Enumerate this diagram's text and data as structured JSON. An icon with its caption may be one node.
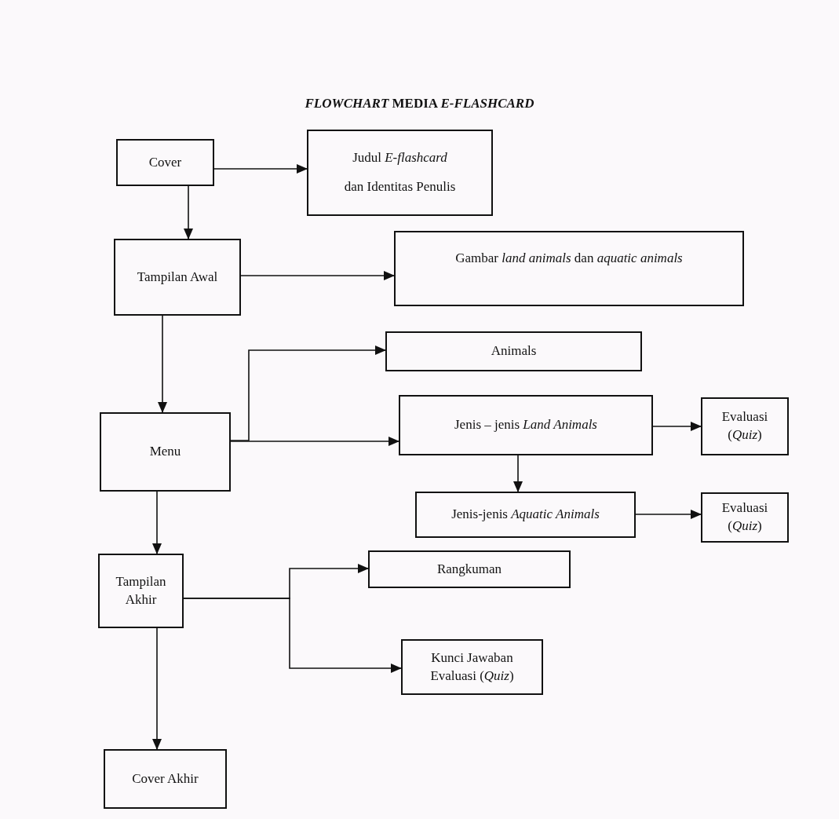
{
  "diagram": {
    "title": "*FLOWCHART* MEDIA *E-FLASHCARD*",
    "nodes": [
      {
        "text": [
          "Cover"
        ]
      },
      {
        "text": [
          "Judul *E-flashcard*",
          "dan Identitas Penulis"
        ]
      },
      {
        "text": [
          "Tampilan Awal"
        ]
      },
      {
        "text": [
          "Gambar *land animals* dan *aquatic animals*"
        ]
      },
      {
        "text": [
          "Menu"
        ]
      },
      {
        "text": [
          "Animals"
        ]
      },
      {
        "text": [
          "Jenis – jenis *Land Animals*"
        ]
      },
      {
        "text": [
          "Evaluasi (*Quiz*)"
        ]
      },
      {
        "text": [
          "Jenis-jenis *Aquatic Animals*"
        ]
      },
      {
        "text": [
          "Evaluasi (*Quiz*)"
        ]
      },
      {
        "text": [
          "Rangkuman"
        ]
      },
      {
        "text": [
          "Tampilan Akhir"
        ]
      },
      {
        "text": [
          "Kunci Jawaban Evaluasi (*Quiz*)"
        ]
      },
      {
        "text": [
          "Cover Akhir"
        ]
      }
    ],
    "edges": [
      {
        "from": 0,
        "to": 1,
        "arrow": "to"
      },
      {
        "from": 0,
        "to": 2,
        "arrow": "to"
      },
      {
        "from": 2,
        "to": 3,
        "arrow": "to"
      },
      {
        "from": 2,
        "to": 4,
        "arrow": "to"
      },
      {
        "from": 4,
        "to": 5,
        "arrow": "to"
      },
      {
        "from": 4,
        "to": 6,
        "arrow": "to"
      },
      {
        "from": 6,
        "to": 7,
        "arrow": "to"
      },
      {
        "from": 6,
        "to": 8,
        "arrow": "to"
      },
      {
        "from": 8,
        "to": 9,
        "arrow": "to"
      },
      {
        "from": 4,
        "to": 11,
        "arrow": "to"
      },
      {
        "from": 11,
        "to": 10,
        "arrow": "to"
      },
      {
        "from": 11,
        "to": 12,
        "arrow": "to"
      },
      {
        "from": 11,
        "to": 13,
        "arrow": "to"
      }
    ]
  }
}
